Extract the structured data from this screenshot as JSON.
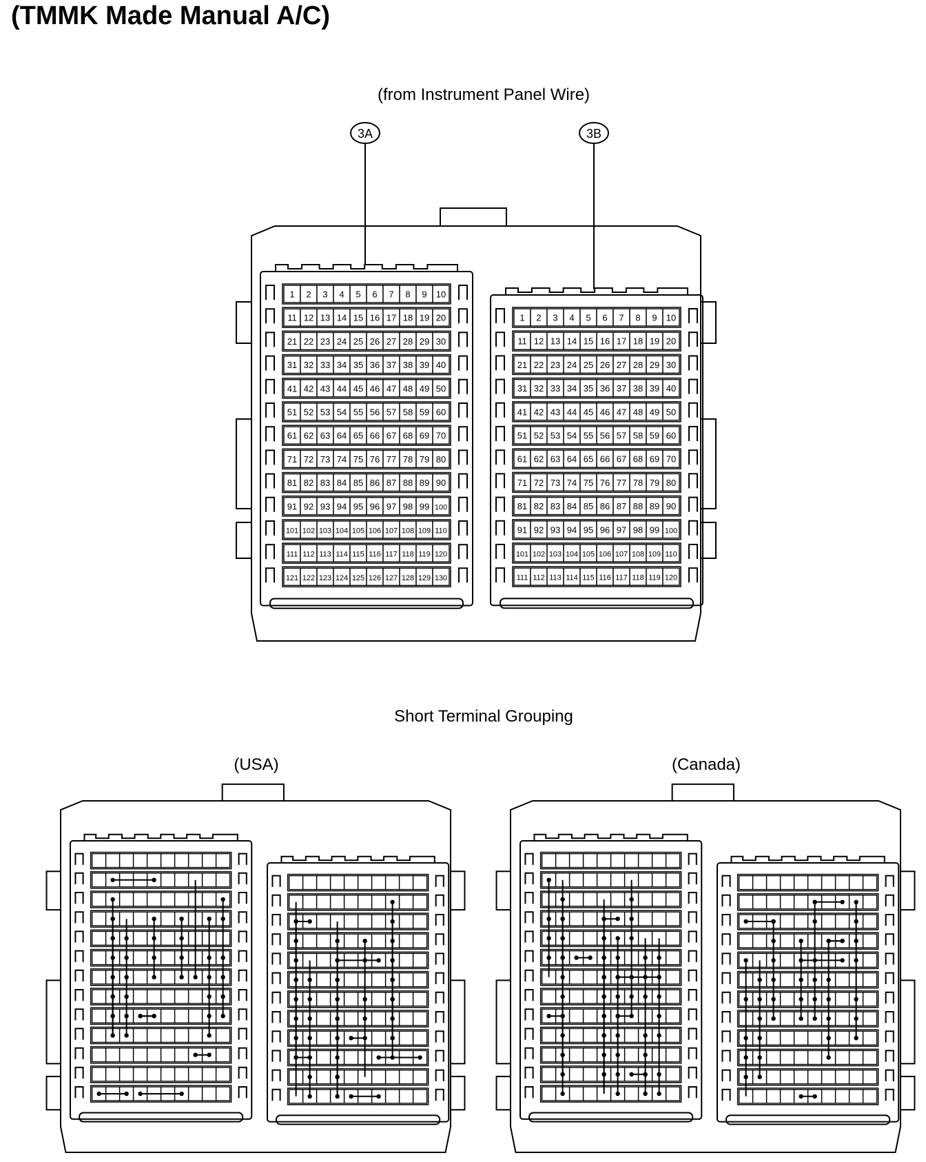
{
  "header": {
    "title": "(TMMK Made Manual A/C)"
  },
  "main_view": {
    "caption": "(from Instrument Panel Wire)",
    "connectors": [
      {
        "label": "3A",
        "pin_count": 130
      },
      {
        "label": "3B",
        "pin_count": 120
      }
    ]
  },
  "short_grouping": {
    "caption": "Short Terminal Grouping",
    "variants": [
      {
        "label": "(USA)"
      },
      {
        "label": "(Canada)"
      }
    ]
  }
}
